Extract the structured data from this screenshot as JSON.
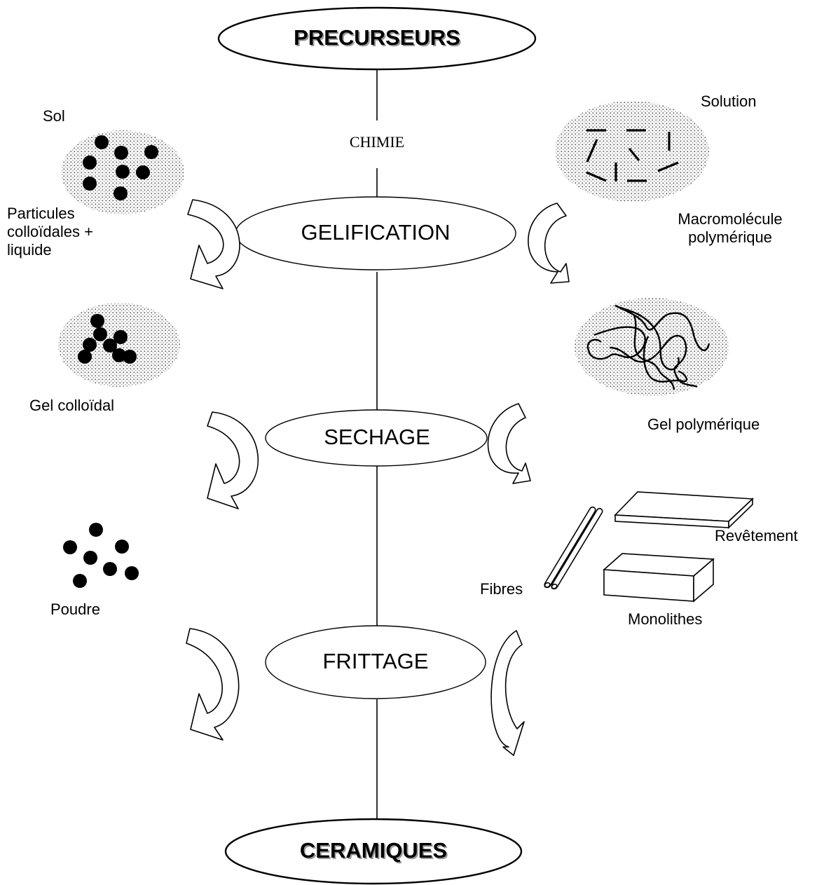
{
  "diagram": {
    "top": "PRECURSEURS",
    "chimie": "CHIMIE",
    "stages": {
      "gelification": "GELIFICATION",
      "sechage": "SECHAGE",
      "frittage": "FRITTAGE"
    },
    "bottom": "CERAMIQUES",
    "left_branch": {
      "sol": "Sol",
      "particules": "Particules colloïdales + liquide",
      "gel_colloidal": "Gel colloïdal",
      "poudre": "Poudre"
    },
    "right_branch": {
      "solution": "Solution",
      "macromolecule": "Macromolécule polymérique",
      "gel_polymerique": "Gel polymérique",
      "revetement": "Revêtement",
      "fibres": "Fibres",
      "monolithes": "Monolithes"
    }
  }
}
